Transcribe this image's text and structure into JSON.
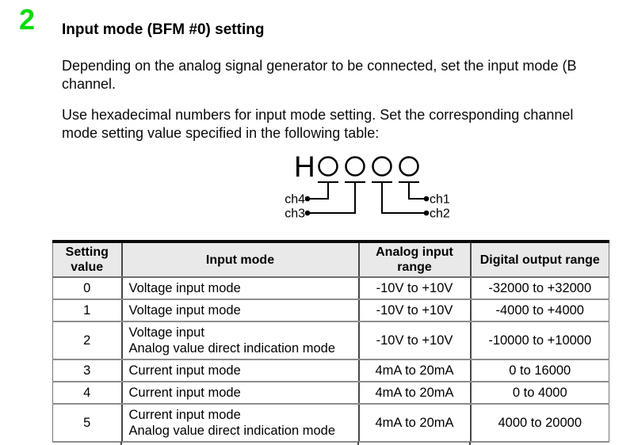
{
  "colors": {
    "section_number_green": "#00dc00",
    "table_header_bg": "#e9e9e9",
    "table_grid_gray": "#8d8d8d",
    "table_top_border": "#0a0a0a",
    "text": "#000000"
  },
  "header": {
    "section_number": "2",
    "title": "Input mode (BFM #0) setting"
  },
  "paragraphs": {
    "p1_line1": "Depending on the analog signal generator to be connected, set the input mode (B",
    "p1_line2": "channel.",
    "p2_line1": "Use hexadecimal numbers for input mode setting. Set the corresponding channel",
    "p2_line2": "mode setting value specified in the following table:"
  },
  "diagram": {
    "hex_prefix": "H",
    "ch1": "ch1",
    "ch2": "ch2",
    "ch3": "ch3",
    "ch4": "ch4"
  },
  "table": {
    "headers": {
      "setting": "Setting value",
      "mode": "Input mode",
      "analog": "Analog input range",
      "digital": "Digital output range"
    },
    "rows": [
      {
        "setting": "0",
        "mode1": "Voltage input mode",
        "mode2": "",
        "analog": "-10V to +10V",
        "digital": "-32000 to +32000"
      },
      {
        "setting": "1",
        "mode1": "Voltage input mode",
        "mode2": "",
        "analog": "-10V to +10V",
        "digital": "-4000 to +4000"
      },
      {
        "setting": "2",
        "mode1": "Voltage input",
        "mode2": "Analog value direct indication mode",
        "analog": "-10V to +10V",
        "digital": "-10000 to +10000"
      },
      {
        "setting": "3",
        "mode1": "Current input mode",
        "mode2": "",
        "analog": "4mA to 20mA",
        "digital": "0 to 16000"
      },
      {
        "setting": "4",
        "mode1": "Current input mode",
        "mode2": "",
        "analog": "4mA to 20mA",
        "digital": "0 to 4000"
      },
      {
        "setting": "5",
        "mode1": "Current input mode",
        "mode2": "Analog value direct indication mode",
        "analog": "4mA to 20mA",
        "digital": "4000 to 20000"
      }
    ]
  }
}
